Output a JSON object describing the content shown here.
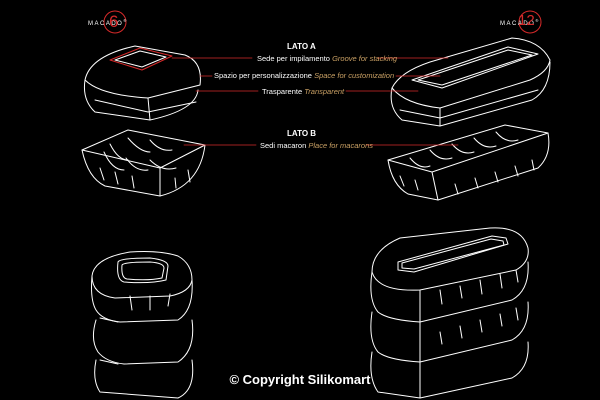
{
  "brand": {
    "name": "MACADO",
    "small": {
      "number": "6",
      "mark": "®"
    },
    "large": {
      "number": "12",
      "mark": "®"
    }
  },
  "lato_a": {
    "title": "LATO A",
    "items": [
      {
        "it": "Sede per impilamento",
        "en": "Groove for stacking"
      },
      {
        "it": "Spazio per personalizzazione",
        "en": "Space for customization"
      },
      {
        "it": "Trasparente",
        "en": "Transparent"
      }
    ]
  },
  "lato_b": {
    "title": "LATO B",
    "items": [
      {
        "it": "Sedi macaron",
        "en": "Place for macarons"
      }
    ]
  },
  "copyright": "© Copyright Silikomart",
  "colors": {
    "background": "#000000",
    "line": "#ffffff",
    "accent_red": "#d62a2a",
    "english_text": "#c9a064"
  }
}
